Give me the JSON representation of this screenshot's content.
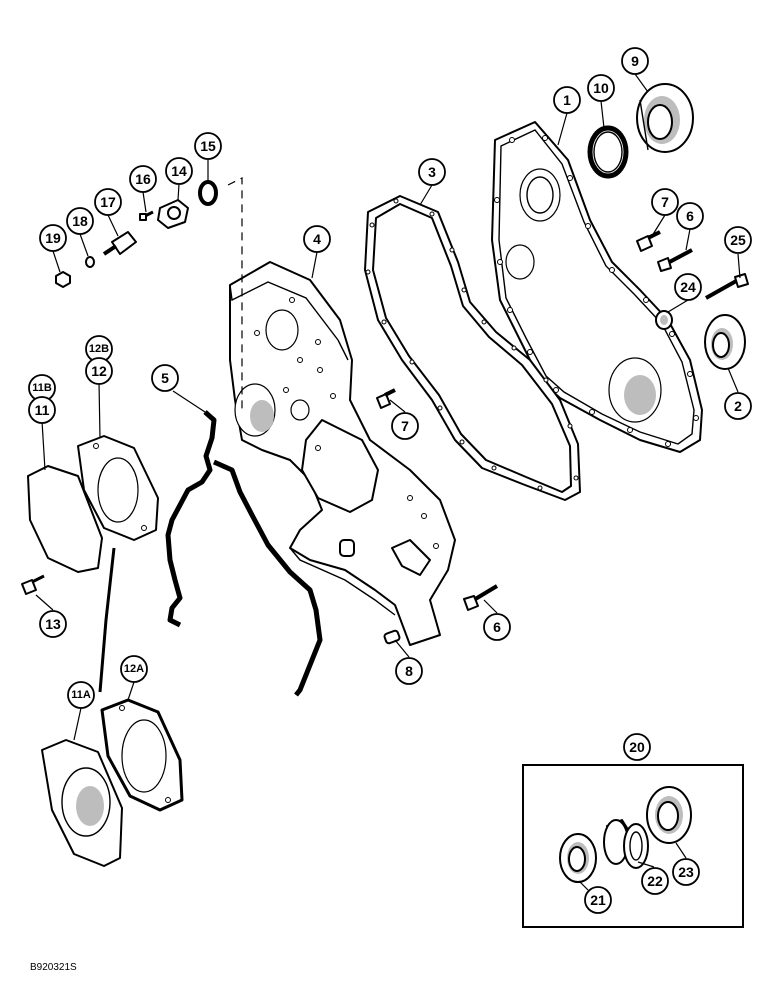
{
  "callouts": {
    "c1": "1",
    "c2": "2",
    "c3": "3",
    "c4": "4",
    "c5": "5",
    "c6a": "6",
    "c6b": "6",
    "c7a": "7",
    "c7b": "7",
    "c8": "8",
    "c9": "9",
    "c10": "10",
    "c11": "11",
    "c11b": "11B",
    "c11a": "11A",
    "c12": "12",
    "c12b": "12B",
    "c12a": "12A",
    "c13": "13",
    "c14": "14",
    "c15": "15",
    "c16": "16",
    "c17": "17",
    "c18": "18",
    "c19": "19",
    "c20": "20",
    "c21": "21",
    "c22": "22",
    "c23": "23",
    "c24": "24",
    "c25": "25"
  },
  "doc_code": "B920321S"
}
